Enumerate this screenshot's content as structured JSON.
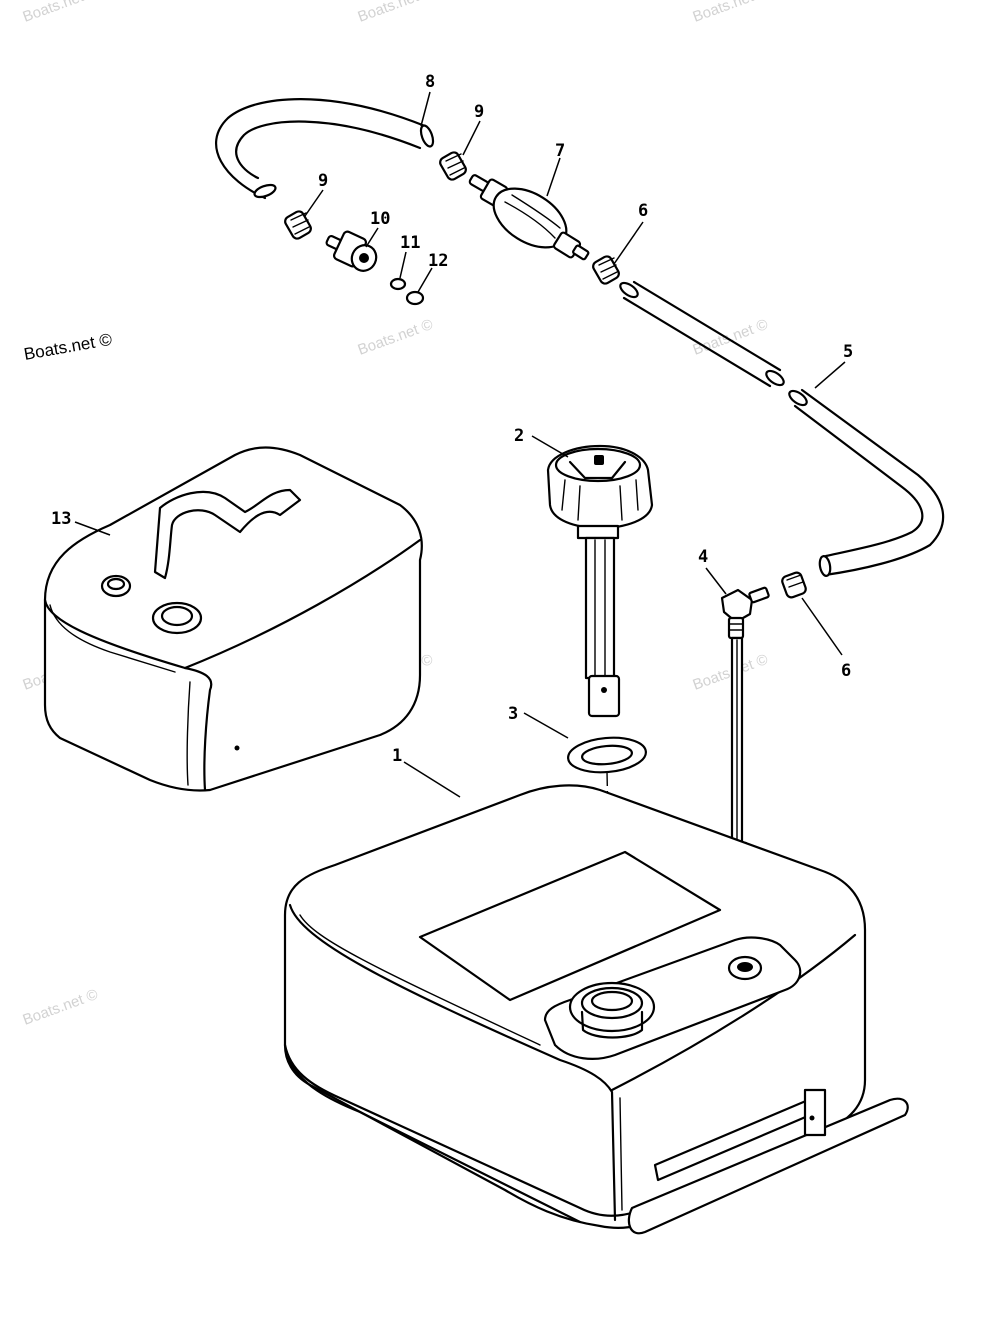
{
  "copyright": "Boats.net ©",
  "watermark": "Boats.net ©",
  "callouts": {
    "c1": "1",
    "c2": "2",
    "c3": "3",
    "c4": "4",
    "c5": "5",
    "c6a": "6",
    "c6b": "6",
    "c7": "7",
    "c8": "8",
    "c9a": "9",
    "c9b": "9",
    "c10": "10",
    "c11": "11",
    "c12": "12",
    "c13": "13"
  }
}
